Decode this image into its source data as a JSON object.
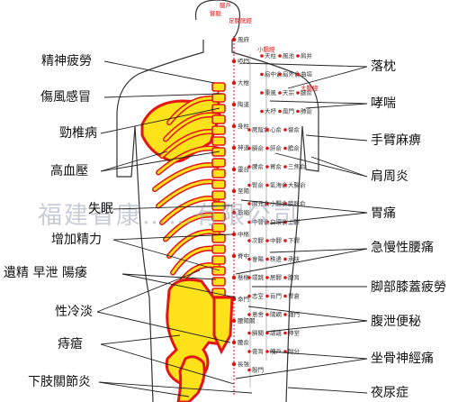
{
  "watermark": "福建省康……有限公司",
  "left_labels": [
    "精神疲勞",
    "傷風感冒",
    "勁椎病",
    "高血壓",
    "失眠",
    "增加精力",
    "遺精 早泄 陽痿",
    "性冷淡",
    "痔瘡",
    "下肢關節炎"
  ],
  "right_labels": [
    "落枕",
    "哮喘",
    "手臂麻痹",
    "肩周炎",
    "胃痛",
    "急慢性腰痛",
    "脚部膝蓋疲勞",
    "腹泄便秘",
    "坐骨神經痛",
    "夜尿症"
  ],
  "red_points": [
    "腦戶",
    "督脈",
    "足膀胱經",
    "足三焦經",
    "小腸經",
    "大腸經"
  ],
  "spine_points": [
    "風府",
    "啞門",
    "大椎",
    "陶道",
    "身柱",
    "神道",
    "靈台",
    "至陽",
    "筋縮",
    "中樞",
    "脊中",
    "懸樞",
    "命門",
    "腰陽關",
    "腰俞",
    "長強"
  ],
  "side_points": [
    "天柱",
    "風池",
    "肩井",
    "肩中俞",
    "肩外俞",
    "曲垣",
    "秉風",
    "天宗",
    "臑俞",
    "大杼",
    "風門",
    "肺俞",
    "厥陰俞",
    "心俞",
    "督俞",
    "膈俞",
    "肝俞",
    "膽俞",
    "脾俞",
    "胃俞",
    "三焦俞",
    "腎俞",
    "氣海俞",
    "大腸俞",
    "關元俞",
    "小腸俞",
    "膀胱俞",
    "中膂俞",
    "白環俞",
    "上髎",
    "次髎",
    "中髎",
    "下髎",
    "會陽",
    "秩邊",
    "承扶",
    "環跳",
    "居髎",
    "胞肓",
    "志室",
    "肓門",
    "胃倉",
    "意舍",
    "陽綱",
    "魂門",
    "膈關",
    "譩譆",
    "神堂",
    "膏肓",
    "魄戶",
    "附分",
    "殷門"
  ],
  "colors": {
    "bone_fill": "#ffe21a",
    "bone_edge": "#e31515",
    "point": "#e01010",
    "line": "#222222"
  }
}
